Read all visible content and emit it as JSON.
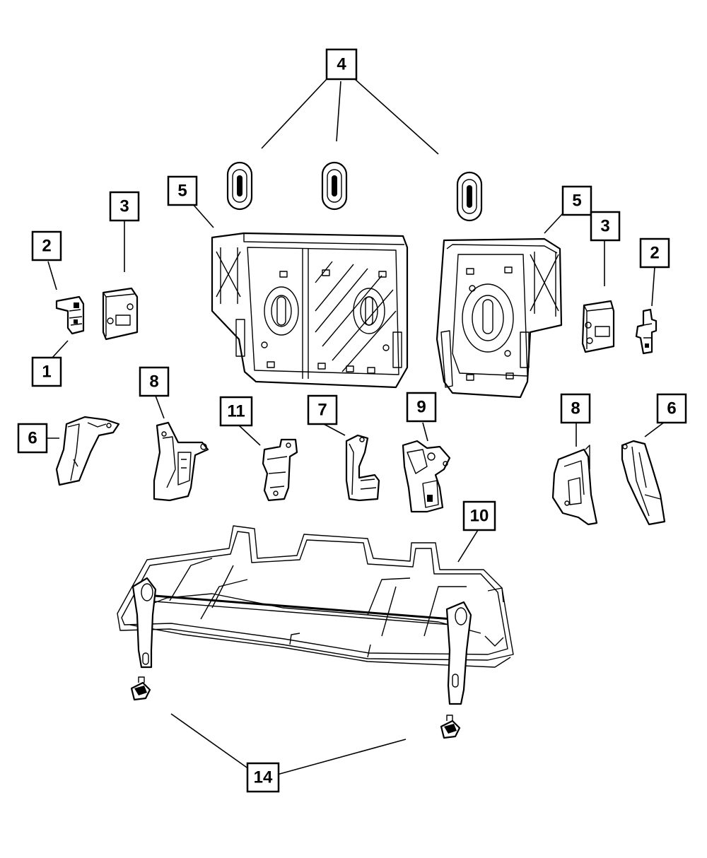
{
  "diagram": {
    "callouts": [
      {
        "id": "c4",
        "label": "4"
      },
      {
        "id": "c5a",
        "label": "5"
      },
      {
        "id": "c5b",
        "label": "5"
      },
      {
        "id": "c3a",
        "label": "3"
      },
      {
        "id": "c3b",
        "label": "3"
      },
      {
        "id": "c2a",
        "label": "2"
      },
      {
        "id": "c2b",
        "label": "2"
      },
      {
        "id": "c1",
        "label": "1"
      },
      {
        "id": "c6a",
        "label": "6"
      },
      {
        "id": "c6b",
        "label": "6"
      },
      {
        "id": "c8a",
        "label": "8"
      },
      {
        "id": "c8b",
        "label": "8"
      },
      {
        "id": "c11",
        "label": "11"
      },
      {
        "id": "c7",
        "label": "7"
      },
      {
        "id": "c9",
        "label": "9"
      },
      {
        "id": "c10",
        "label": "10"
      },
      {
        "id": "c14",
        "label": "14"
      }
    ]
  }
}
